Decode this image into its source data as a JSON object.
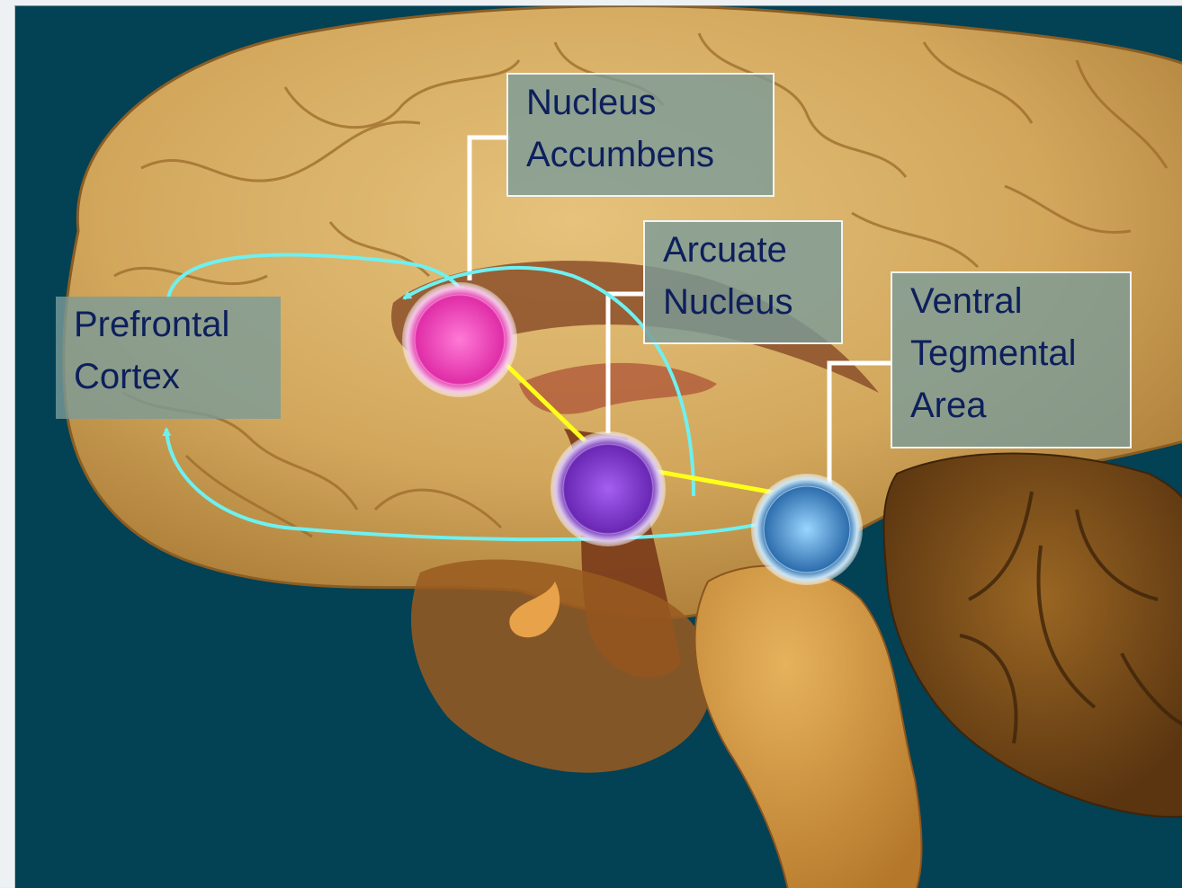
{
  "diagram": {
    "labels": {
      "nucleus_accumbens": [
        "Nucleus",
        "Accumbens"
      ],
      "arcuate_nucleus": [
        "Arcuate",
        "Nucleus"
      ],
      "ventral_tegmental_area": [
        "Ventral",
        "Tegmental",
        "Area"
      ],
      "prefrontal_cortex": [
        "Prefrontal",
        "Cortex"
      ]
    },
    "colors": {
      "background": "#034154",
      "label_fill": "#7a9b98",
      "label_text": "#0d1f5c",
      "leader_line": "#ffffff",
      "pathway_cyan": "#6ff0f0",
      "pathway_yellow": "#ffff1a",
      "nucleus_accumbens_node": "#e83ab4",
      "arcuate_nucleus_node": "#7a35c8",
      "ventral_tegmental_node": "#3f86c4",
      "cortex": "#d6ad63",
      "cerebellum": "#7a4f1a"
    }
  }
}
